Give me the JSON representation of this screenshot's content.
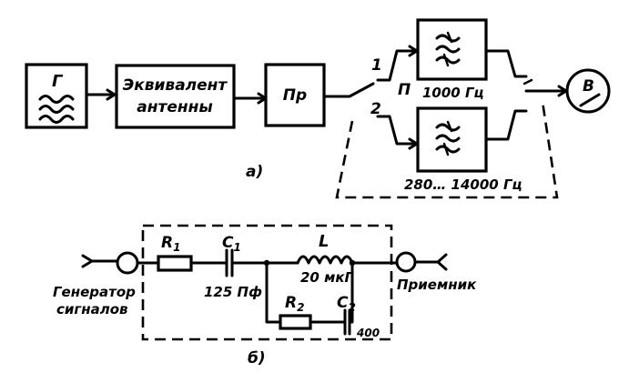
{
  "part_a": {
    "generator_label": "Г",
    "antenna_line1": "Эквивалент",
    "antenna_line2": "антенны",
    "receiver_label": "Пр",
    "switch_pos_1": "1",
    "switch_pos_2": "2",
    "switch_label": "П",
    "filter_upper_label": "1000 Гц",
    "filter_lower_label": "280… 14000 Гц",
    "meter_label": "В",
    "caption": "а)"
  },
  "part_b": {
    "input_label_line1": "Генератор",
    "input_label_line2": "сигналов",
    "output_label": "Приемник",
    "r1": "R",
    "r1_sub": "1",
    "c1": "C",
    "c1_sub": "1",
    "c1_value": "125 Пф",
    "l": "L",
    "l_value": "20 мкГ",
    "r2": "R",
    "r2_sub": "2",
    "c2": "C",
    "c2_sub": "2",
    "c2_value": "400",
    "caption": "б)"
  }
}
